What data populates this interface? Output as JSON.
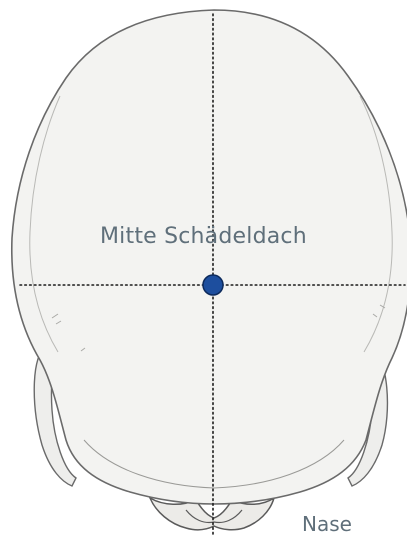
{
  "diagram": {
    "labels": {
      "center": "Mitte Schädeldach",
      "nose": "Nase"
    },
    "colors": {
      "marker": "#1d4e9e",
      "marker_outline": "#0d2a5c",
      "guide_lines": "#1a1a1a",
      "skull_fill": "#f3f3f1",
      "skull_outline": "#6a6a6a",
      "label_text": "#5f6f7a"
    },
    "icons": {
      "marker": "center-point-marker"
    }
  }
}
